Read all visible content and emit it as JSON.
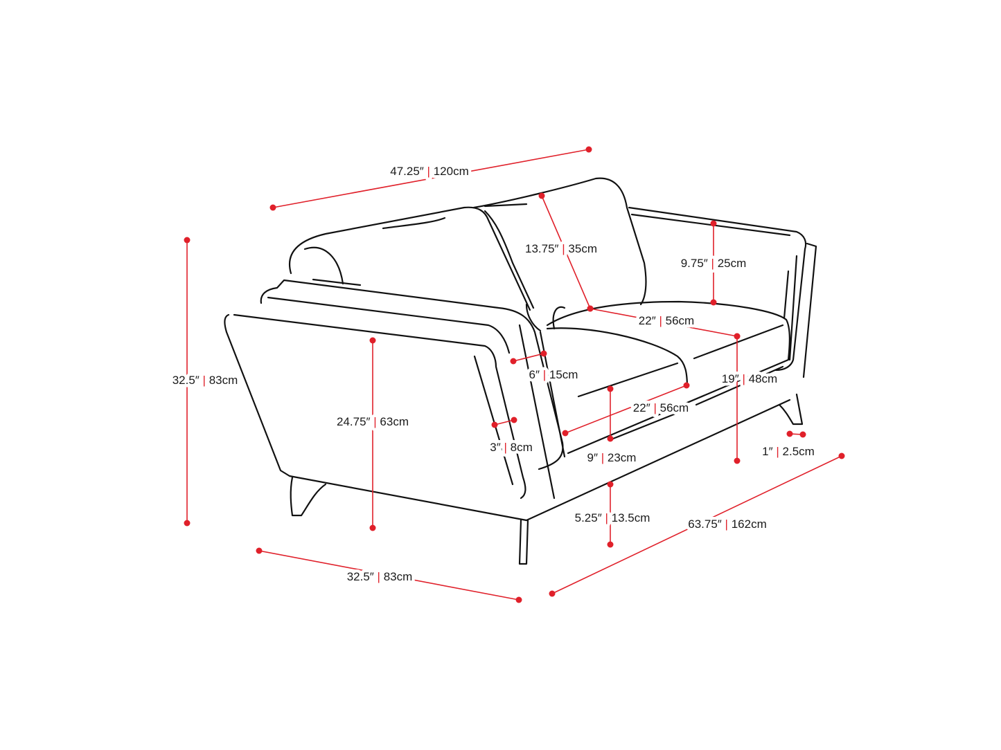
{
  "accent_color": "#e0202a",
  "dimensions": [
    {
      "name": "overall-back-width",
      "in": "47.25″",
      "cm": "120cm"
    },
    {
      "name": "back-cushion-height",
      "in": "13.75″",
      "cm": "35cm"
    },
    {
      "name": "backrest-height-above-seat",
      "in": "9.75″",
      "cm": "25cm"
    },
    {
      "name": "seat-depth",
      "in": "22″",
      "cm": "56cm"
    },
    {
      "name": "seat-height",
      "in": "19″",
      "cm": "48cm"
    },
    {
      "name": "armrest-top-width",
      "in": "6″",
      "cm": "15cm"
    },
    {
      "name": "seat-cushion-width",
      "in": "22″",
      "cm": "56cm"
    },
    {
      "name": "seat-cushion-thickness",
      "in": "9″",
      "cm": "23cm"
    },
    {
      "name": "armrest-side-width",
      "in": "3″",
      "cm": "8cm"
    },
    {
      "name": "armrest-height",
      "in": "24.75″",
      "cm": "63cm"
    },
    {
      "name": "overall-height",
      "in": "32.5″",
      "cm": "83cm"
    },
    {
      "name": "leg-width",
      "in": "1″",
      "cm": "2.5cm"
    },
    {
      "name": "leg-height",
      "in": "5.25″",
      "cm": "13.5cm"
    },
    {
      "name": "overall-width",
      "in": "63.75″",
      "cm": "162cm"
    },
    {
      "name": "overall-depth",
      "in": "32.5″",
      "cm": "83cm"
    }
  ]
}
